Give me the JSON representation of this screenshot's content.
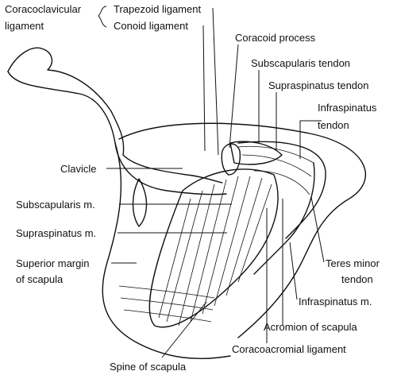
{
  "labels": {
    "coracoclavicular_1": "Coracoclavicular",
    "coracoclavicular_2": "ligament",
    "trapezoid": "Trapezoid ligament",
    "conoid": "Conoid ligament",
    "coracoid_process": "Coracoid process",
    "subscapularis_tendon": "Subscapularis tendon",
    "supraspinatus_tendon": "Supraspinatus tendon",
    "infraspinatus_tendon_1": "Infraspinatus",
    "infraspinatus_tendon_2": "tendon",
    "clavicle": "Clavicle",
    "subscapularis_m": "Subscapularis m.",
    "supraspinatus_m": "Supraspinatus m.",
    "superior_margin_1": "Superior margin",
    "superior_margin_2": "of scapula",
    "teres_minor_1": "Teres minor",
    "teres_minor_2": "tendon",
    "infraspinatus_m": "Infraspinatus m.",
    "acromion": "Acromion of scapula",
    "coracoacromial": "Coracoacromial ligament",
    "spine": "Spine of scapula"
  }
}
